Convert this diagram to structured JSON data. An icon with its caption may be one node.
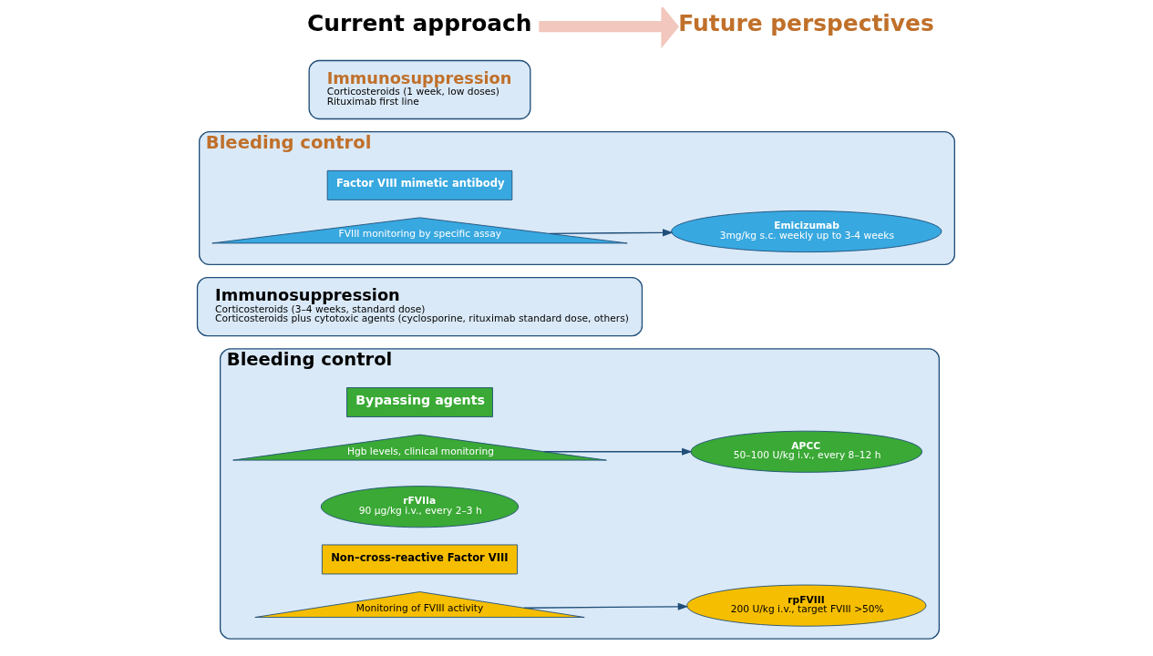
{
  "diagram": {
    "nodes": [
      {
        "text": [
          "Bleeding control"
        ]
      },
      {
        "text": [
          "Bypassing agents"
        ],
        "in": 0
      },
      {
        "text": [
          "Hgb levels, clinical monitoring"
        ],
        "in": 0
      },
      {
        "text": [
          "rFVIIa",
          "90 μg/kg i.v., every 2–3 h"
        ],
        "in": 0
      },
      {
        "text": [
          "APCC",
          "50–100 U/kg i.v., every 8–12 h"
        ],
        "in": 0
      },
      {
        "text": [
          "Non–cross-reactive Factor VIII"
        ],
        "in": 0
      },
      {
        "text": [
          "Monitoring of FVIII activity"
        ],
        "in": 0
      },
      {
        "text": [
          "rpFVIII",
          "200 U/kg i.v., target FVIII >50%"
        ],
        "in": 0
      },
      {
        "text": [
          "Immunosuppression",
          "Corticosteroids (3–4 weeks, standard dose)",
          "Corticosteroids plus cytotoxic agents (cyclosporine, rituximab standard dose, others)"
        ]
      },
      {
        "text": [
          "Bleeding control"
        ]
      },
      {
        "text": [
          "Factor VIII mimetic antibody"
        ],
        "in": 9
      },
      {
        "text": [
          "FVIII monitoring by specific assay"
        ],
        "in": 9
      },
      {
        "text": [
          "Emicizumab",
          "3mg/kg s.c. weekly up to 3-4 weeks"
        ],
        "in": 9
      },
      {
        "text": [
          "Immunosuppression",
          "Corticosteroids (1 week, low doses)",
          "Rituximab first line"
        ]
      },
      {
        "text": [
          "Current approach"
        ]
      },
      {
        "text": [
          "Future perspectives"
        ]
      }
    ],
    "edges": [
      {
        "from": 2,
        "to": 4,
        "arrow": "to"
      },
      {
        "from": 6,
        "to": 7,
        "arrow": "to"
      },
      {
        "from": 11,
        "to": 12,
        "arrow": "to"
      },
      {
        "from": 14,
        "to": 15,
        "arrow": "to",
        "style": "thick",
        "color": "#f2c7bd"
      }
    ]
  }
}
